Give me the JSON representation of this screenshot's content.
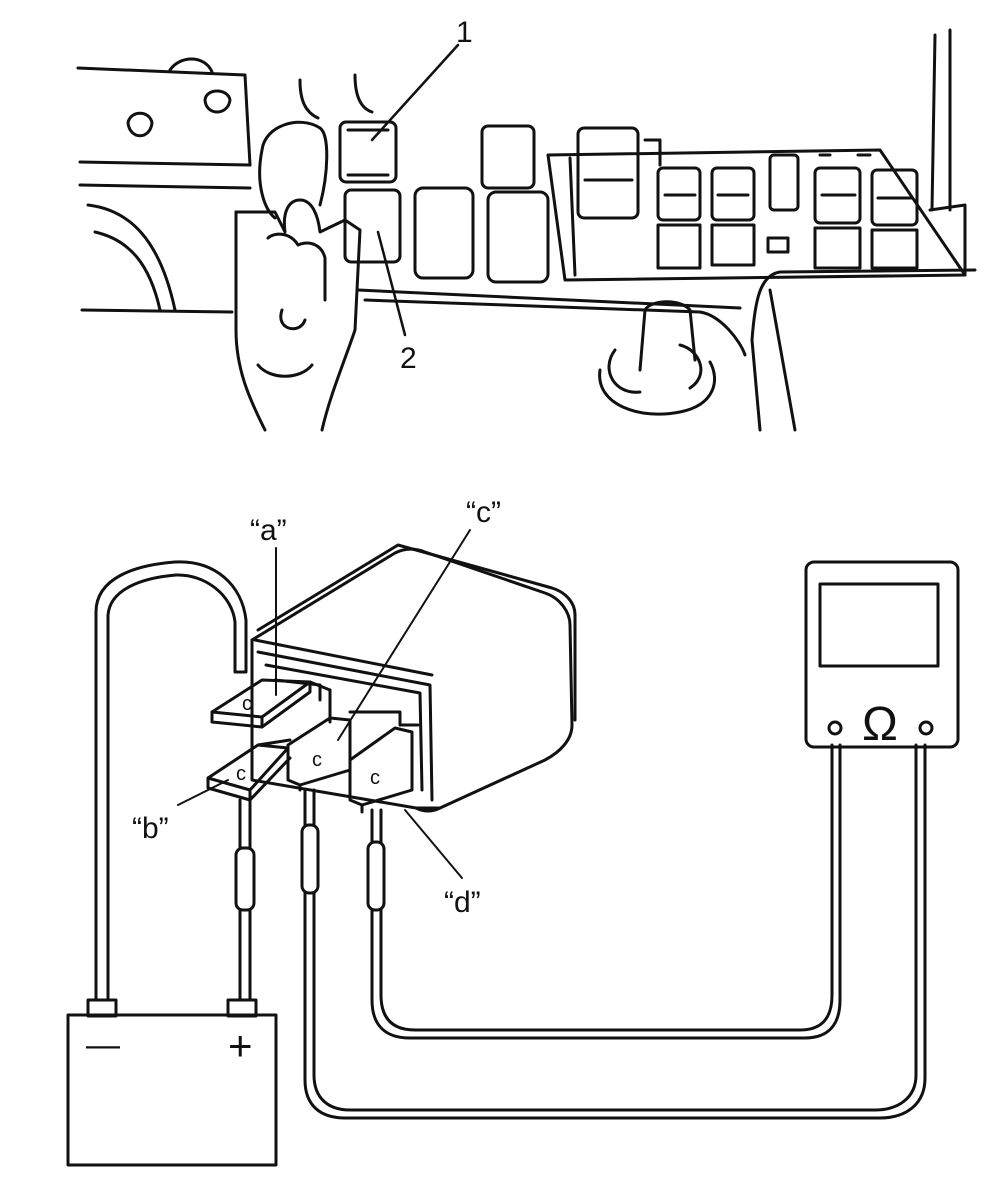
{
  "top_figure": {
    "callouts": [
      {
        "id": "callout-1",
        "text": "1"
      },
      {
        "id": "callout-2",
        "text": "2"
      }
    ]
  },
  "bottom_figure": {
    "terminals": [
      {
        "id": "a",
        "text": "“a”"
      },
      {
        "id": "b",
        "text": "“b”"
      },
      {
        "id": "c",
        "text": "“c”"
      },
      {
        "id": "d",
        "text": "“d”"
      }
    ],
    "meter_symbol": "Ω",
    "battery_negative": "—",
    "battery_positive": "+",
    "terminal_letter": "c"
  },
  "colors": {
    "ink": "#111111",
    "paper": "#ffffff"
  }
}
